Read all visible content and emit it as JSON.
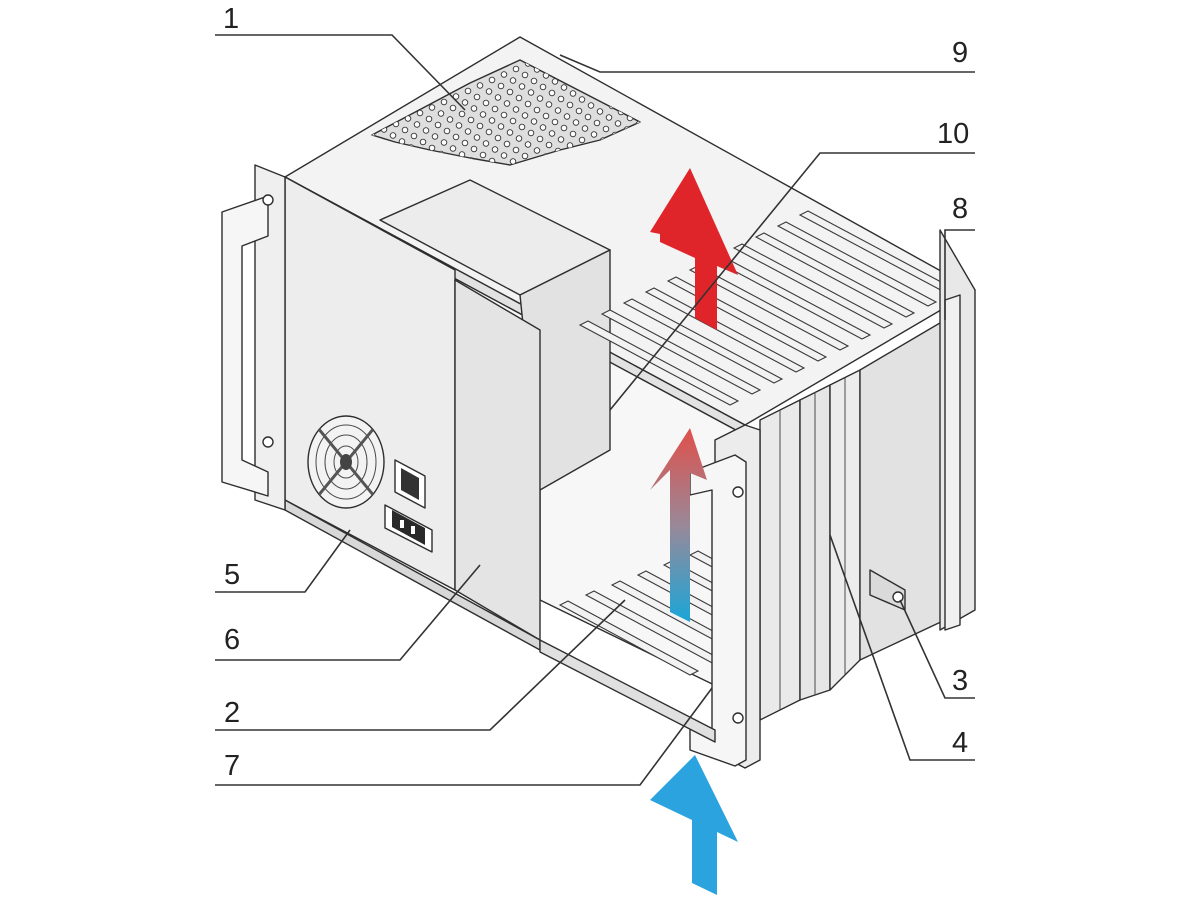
{
  "colors": {
    "background": "#ffffff",
    "panel": "#efefef",
    "panel_dark": "#dcdcdc",
    "outline": "#2e2e2e",
    "hot_air": "#e0252a",
    "cool_air": "#2aa3df"
  },
  "icons": [
    "fan-grille-icon",
    "power-switch-icon",
    "power-socket-icon",
    "handle-icon"
  ],
  "labels": {
    "l1": "1",
    "l2": "2",
    "l3": "3",
    "l4": "4",
    "l5": "5",
    "l6": "6",
    "l7": "7",
    "l8": "8",
    "l9": "9",
    "l10": "10"
  }
}
